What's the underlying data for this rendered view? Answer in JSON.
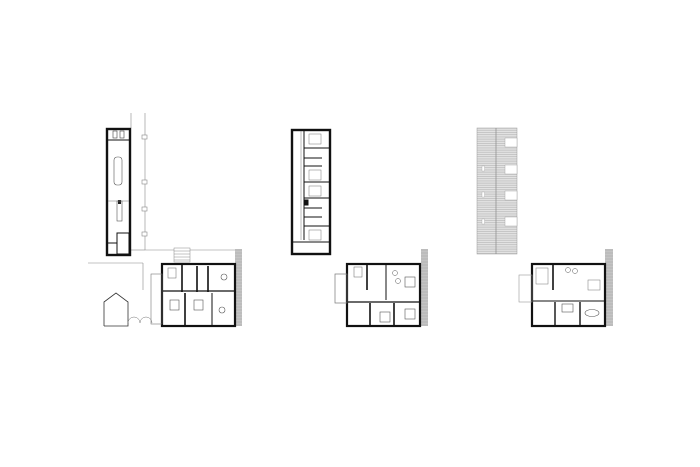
{
  "drawing": {
    "plans": [
      {
        "id": "ground-floor",
        "contents": [
          "barn-ground-floor",
          "house-ground-floor",
          "shed",
          "colonnade"
        ]
      },
      {
        "id": "upper-floor",
        "contents": [
          "barn-upper-floor",
          "house-upper-floor"
        ]
      },
      {
        "id": "roof-and-attic",
        "contents": [
          "barn-roof",
          "house-attic-floor"
        ]
      }
    ],
    "colors": {
      "background": "#ffffff",
      "wall": "#111111",
      "thin_line": "#777777",
      "roof": "#d6d6d6",
      "hatch": "#a8a8a8"
    }
  }
}
